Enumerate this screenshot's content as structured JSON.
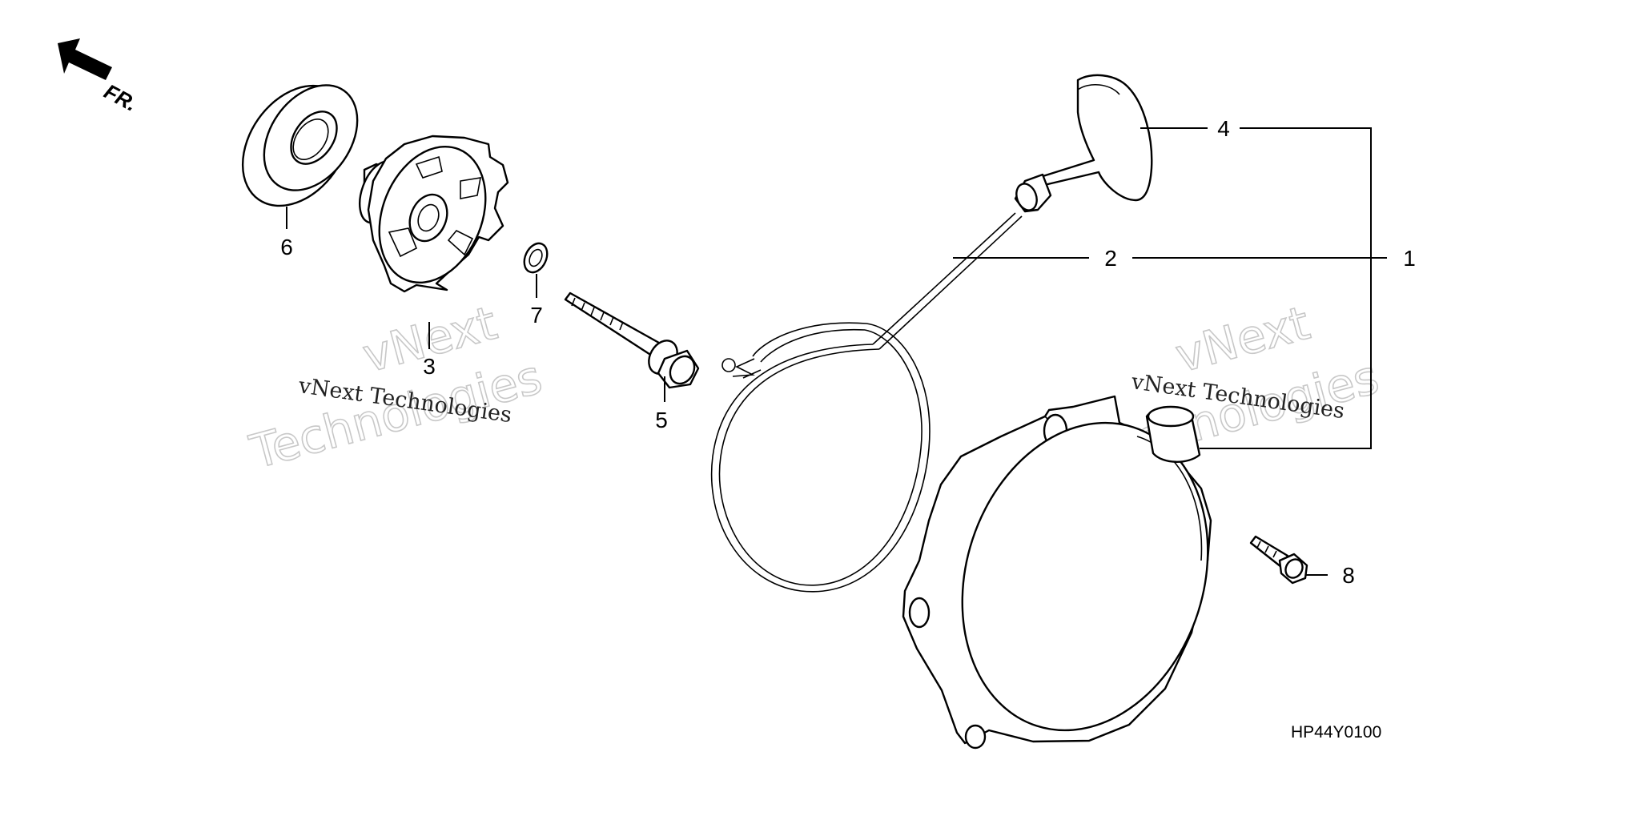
{
  "direction_indicator": {
    "label": "FR."
  },
  "callouts": [
    "1",
    "2",
    "3",
    "4",
    "5",
    "6",
    "7",
    "8"
  ],
  "diagram_code": "HP44Y0100",
  "watermarks": [
    {
      "line1": "vNext",
      "line2": "Technologies",
      "caption": "vNext Technologies"
    },
    {
      "line1": "vNext",
      "line2": "Technologies",
      "caption": "vNext Technologies"
    }
  ]
}
